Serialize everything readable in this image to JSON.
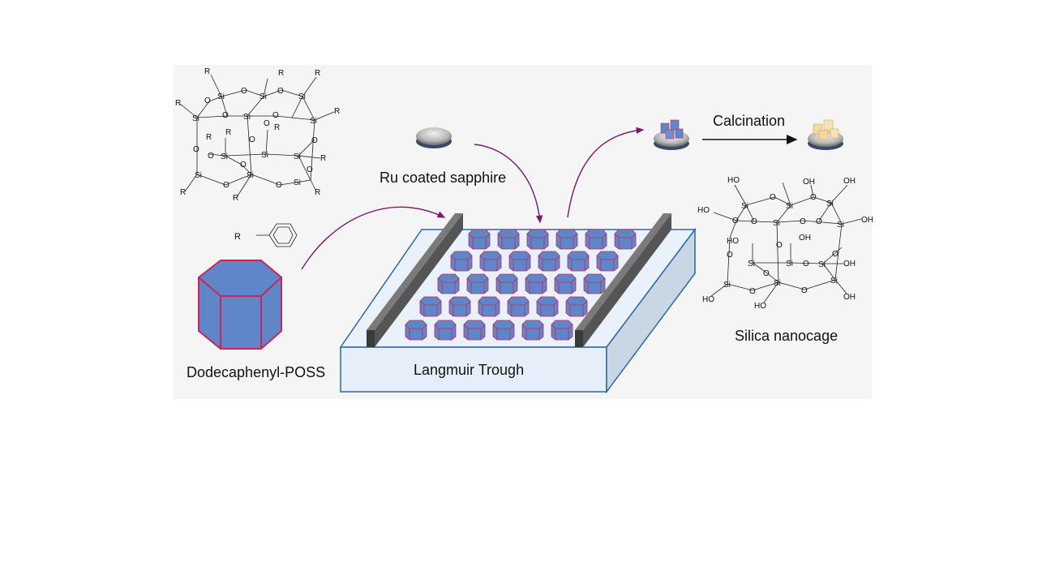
{
  "labels": {
    "ru_sapphire": "Ru coated sapphire",
    "calcination": "Calcination",
    "poss_name": "Dodecaphenyl-POSS",
    "trough": "Langmuir Trough",
    "silica": "Silica nanocage",
    "r_group": "R"
  },
  "atoms": {
    "si": "Si",
    "o": "O",
    "r": "R",
    "oh": "HO",
    "ho": "OH"
  },
  "colors": {
    "cube_fill": "#5f86c9",
    "cube_edge": "#c8265a",
    "trough_top": "#e9f1fb",
    "trough_side": "#cfe0f2",
    "trough_edge": "#2c68a8",
    "barrier": "#4a4a4a",
    "arrow": "#7a1a6e",
    "calcined": "#f2d9a2"
  },
  "icons": [
    "ru-sapphire-disc-icon",
    "poss-on-disc-icon",
    "calcined-disc-icon",
    "phenyl-ring-icon"
  ]
}
